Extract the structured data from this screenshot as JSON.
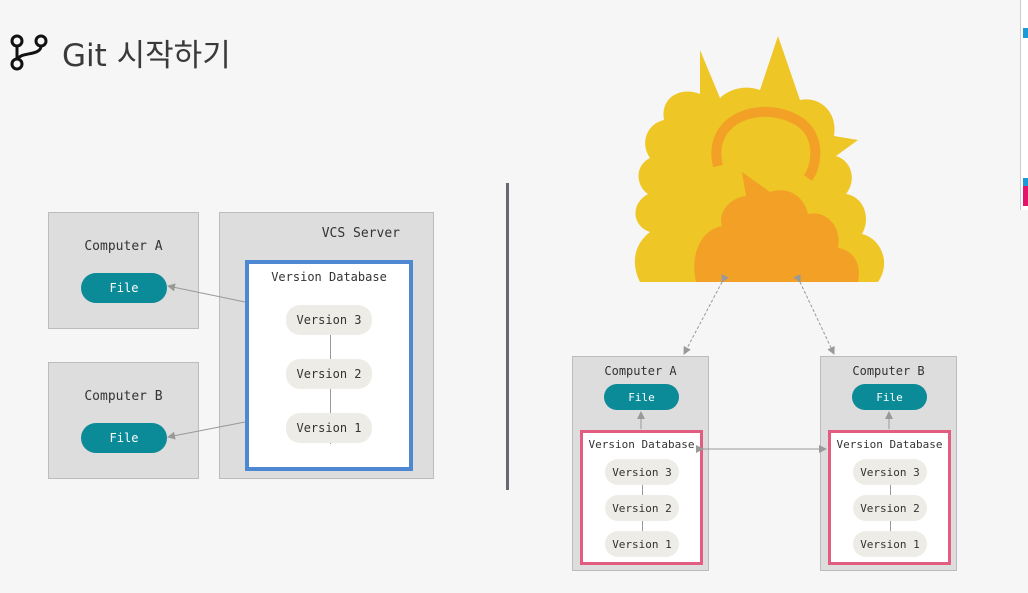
{
  "title": "Git 시작하기",
  "icons": {
    "title_icon": "git-branch-icon",
    "cloud_icon": "cloud-icon"
  },
  "colors": {
    "file": "#0b8a98",
    "centralized_db": "#4f88d2",
    "distributed_db": "#e25d7f",
    "cloud_outer": "#eec625",
    "cloud_inner": "#f2a126"
  },
  "centralized": {
    "computer_a": {
      "label": "Computer A",
      "file": "File"
    },
    "computer_b": {
      "label": "Computer B",
      "file": "File"
    },
    "server": {
      "label": "VCS Server",
      "db_label": "Version Database",
      "versions": [
        "Version 3",
        "Version 2",
        "Version 1"
      ]
    }
  },
  "distributed": {
    "computer_a": {
      "label": "Computer A",
      "file": "File",
      "db_label": "Version Database",
      "versions": [
        "Version 3",
        "Version 2",
        "Version 1"
      ]
    },
    "computer_b": {
      "label": "Computer B",
      "file": "File",
      "db_label": "Version Database",
      "versions": [
        "Version 3",
        "Version 2",
        "Version 1"
      ]
    }
  }
}
